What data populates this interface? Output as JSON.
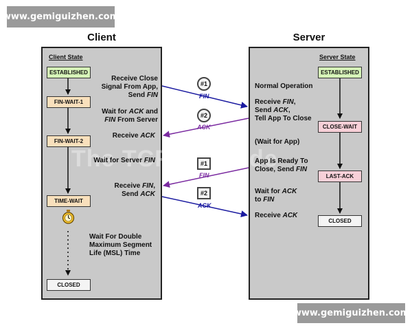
{
  "watermark": "www.gemiguizhen.com",
  "ghost_watermark": "The TCP/IP Guide",
  "client": {
    "title": "Client",
    "state_label": "Client State",
    "states": [
      "ESTABLISHED",
      "FIN-WAIT-1",
      "FIN-WAIT-2",
      "TIME-WAIT",
      "CLOSED"
    ],
    "texts": {
      "t1_line1": "Receive Close",
      "t1_line2": "Signal From App,",
      "t1_line3a": "Send ",
      "t1_line3b": "FIN",
      "t2_line1a": "Wait for ",
      "t2_line1b": "ACK",
      "t2_line1c": " and",
      "t2_line2a": "FIN",
      "t2_line2b": " From Server",
      "t3a": "Receive ",
      "t3b": "ACK",
      "t4a": "Wait for Server ",
      "t4b": "FIN",
      "t5_line1a": "Receive ",
      "t5_line1b": "FIN",
      "t5_line1c": ",",
      "t5_line2a": "Send ",
      "t5_line2b": "ACK",
      "t6_line1": "Wait For Double",
      "t6_line2": "Maximum Segment",
      "t6_line3": "Life (MSL) Time"
    }
  },
  "server": {
    "title": "Server",
    "state_label": "Server State",
    "states": [
      "ESTABLISHED",
      "CLOSE-WAIT",
      "LAST-ACK",
      "CLOSED"
    ],
    "texts": {
      "s1": "Normal Operation",
      "s2_line1a": "Receive ",
      "s2_line1b": "FIN",
      "s2_line1c": ",",
      "s2_line2a": "Send ",
      "s2_line2b": "ACK",
      "s2_line2c": ",",
      "s2_line3": "Tell App To Close",
      "s3": "(Wait for App)",
      "s4_line1": "App Is Ready To",
      "s4_line2a": "Close, Send ",
      "s4_line2b": "FIN",
      "s5_line1a": "Wait for ",
      "s5_line1b": "ACK",
      "s5_line2a": "to ",
      "s5_line2b": "FIN",
      "s6a": "Receive ",
      "s6b": "ACK"
    }
  },
  "messages": [
    {
      "number": "#1",
      "label": "FIN",
      "direction": "client-to-server",
      "color": "#1a1aa0"
    },
    {
      "number": "#2",
      "label": "ACK",
      "direction": "server-to-client",
      "color": "#7a2aa0"
    },
    {
      "number": "#1",
      "label": "FIN",
      "direction": "server-to-client",
      "color": "#7a2aa0"
    },
    {
      "number": "#2",
      "label": "ACK",
      "direction": "client-to-server",
      "color": "#1a1aa0"
    }
  ],
  "colors": {
    "panel": "#c9c9c9",
    "established": "#d6f5b8",
    "client_wait": "#f9e0bc",
    "server_wait": "#f8d0d8",
    "closed": "#f4f4f4",
    "client_arrow": "#1a1aa0",
    "server_arrow": "#7a2aa0"
  },
  "icons": [
    "stopwatch-icon"
  ]
}
